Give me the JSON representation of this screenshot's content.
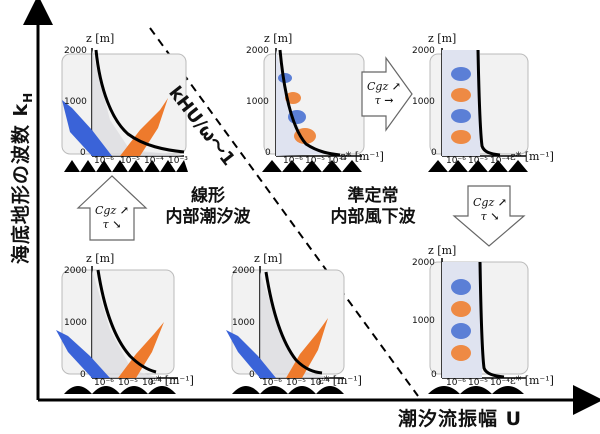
{
  "axes": {
    "y_label": "海底地形の波数 k",
    "y_label_sub": "H",
    "x_label": "潮汐流振幅 U"
  },
  "diagonal": {
    "label": "kHU/ω～1"
  },
  "regimes": {
    "linear": {
      "line1": "線形",
      "line2": "内部潮汐波"
    },
    "quasi": {
      "line1": "準定常",
      "line2": "内部風下波"
    }
  },
  "panel_labels": {
    "z_axis": "z [m]",
    "ticks_z": [
      "2000",
      "1000",
      "0"
    ],
    "eps_axis": "ε* [m⁻¹]",
    "eps_ticks_a": [
      "10⁻⁶",
      "10⁻⁵",
      "10⁻⁴",
      "10⁻³"
    ],
    "eps_ticks_b": [
      "10⁻⁶",
      "10⁻⁵",
      "10⁻⁴"
    ]
  },
  "arrows": {
    "cgz": "Cgz",
    "tau": "τ",
    "up_left": {
      "cgz_dir": "↗",
      "tau_dir": "↘"
    },
    "right_top": {
      "cgz_dir": "↗",
      "tau_dir": "→"
    },
    "down_right": {
      "cgz_dir": "↗",
      "tau_dir": "↘"
    }
  },
  "colors": {
    "blue": "#3a63d8",
    "orange": "#ee7a2c",
    "panel_bg": "#eeeeee",
    "axis": "#000000"
  }
}
